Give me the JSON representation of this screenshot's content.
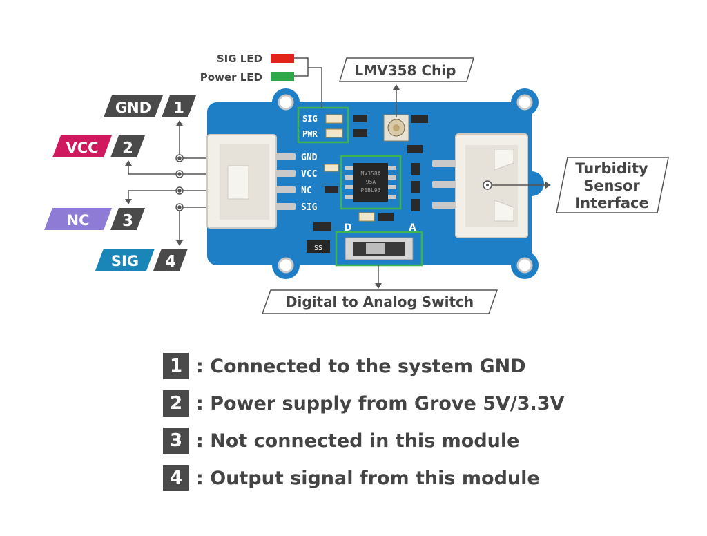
{
  "colors": {
    "pcb": "#1f7fc6",
    "pcb_dark": "#16679f",
    "tag_dark": "#4a4a4a",
    "vcc": "#d0185f",
    "nc": "#8e7bd6",
    "sig": "#1a86b8",
    "sig_led": "#e2231a",
    "power_led": "#2ea84a",
    "highlight": "#3fb34f"
  },
  "pins": [
    {
      "name": "GND",
      "number": "1",
      "color": "#4a4a4a"
    },
    {
      "name": "VCC",
      "number": "2",
      "color": "#d0185f"
    },
    {
      "name": "NC",
      "number": "3",
      "color": "#8e7bd6"
    },
    {
      "name": "SIG",
      "number": "4",
      "color": "#1a86b8"
    }
  ],
  "leds": {
    "sig_label": "SIG LED",
    "power_label": "Power LED"
  },
  "callouts": {
    "chip": "LMV358 Chip",
    "sensor_line1": "Turbidity",
    "sensor_line2": "Sensor",
    "sensor_line3": "Interface",
    "switch": "Digital to Analog Switch"
  },
  "silkscreen": {
    "gnd": "GND",
    "vcc": "VCC",
    "nc": "NC",
    "sig": "SIG",
    "sig_led": "SIG",
    "pwr_led": "PWR",
    "switch_d": "D",
    "switch_a": "A",
    "chip_line1": "MV358A",
    "chip_line2": "95A",
    "chip_line3": "P1BL93",
    "diode": "SS"
  },
  "legend": [
    {
      "number": "1",
      "text": ": Connected to the system GND"
    },
    {
      "number": "2",
      "text": ": Power supply from Grove 5V/3.3V"
    },
    {
      "number": "3",
      "text": ": Not connected in this module"
    },
    {
      "number": "4",
      "text": ": Output signal from this module"
    }
  ]
}
